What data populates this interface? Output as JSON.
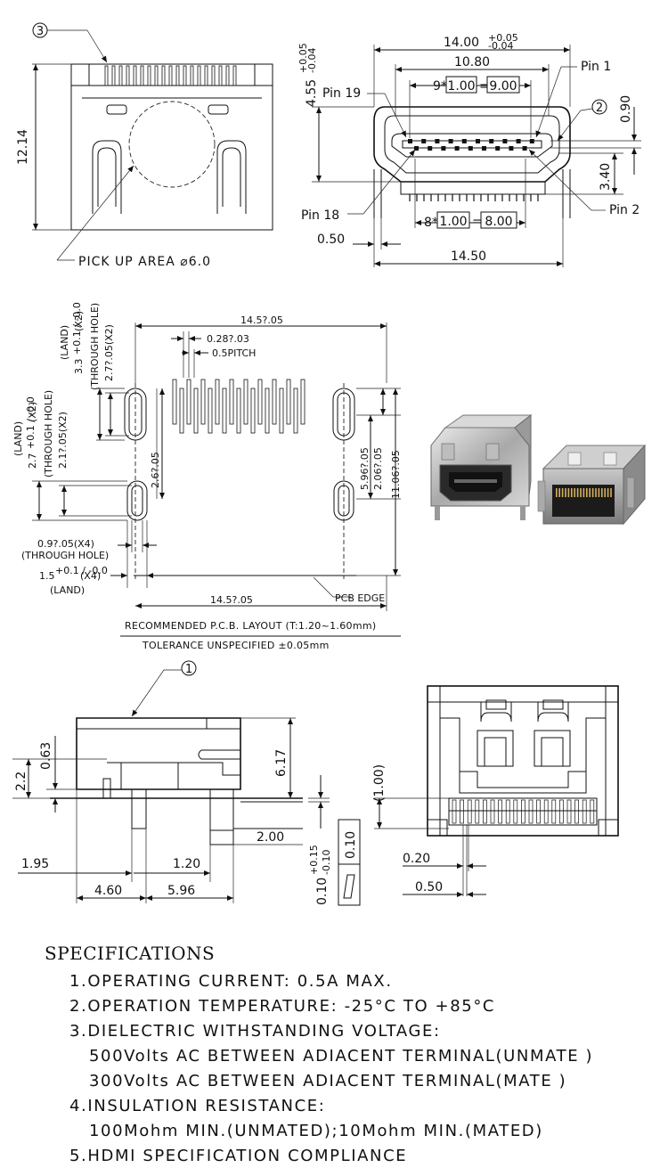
{
  "top_left": {
    "callout": "3",
    "height": "12.14",
    "pickup": "PICK UP AREA ⌀6.0"
  },
  "top_right": {
    "width_total": "14.00",
    "width_total_tol_hi": "+0.05",
    "width_total_tol_lo": "-0.04",
    "width_inner": "10.80",
    "pitch_top_prefix": "9*",
    "pitch_top_a": "1.00",
    "pitch_top_eq": "=",
    "pitch_top_b": "9.00",
    "pitch_bot_prefix": "8*",
    "pitch_bot_a": "1.00",
    "pitch_bot_eq": "=",
    "pitch_bot_b": "8.00",
    "pin1": "Pin 1",
    "pin2": "Pin 2",
    "pin18": "Pin 18",
    "pin19": "Pin 19",
    "callout": "2",
    "height": "4.55",
    "height_tol_hi": "+0.05",
    "height_tol_lo": "-0.04",
    "dim_090": "0.90",
    "dim_340": "3.40",
    "dim_050": "0.50",
    "dim_1450": "14.50"
  },
  "pcb": {
    "top_width": "14.5?.05",
    "pin_width": "0.28?.03",
    "pitch": "0.5PITCH",
    "land_top_a": "3.3",
    "land_top_a_tol": "+0.1 / -0.0",
    "land_top_b": "(X2)",
    "land_top_c": "(LAND)",
    "hole_top_a": "2.7?.05(X2)",
    "hole_top_b": "(THROUGH HOLE)",
    "land_left_a": "2.7",
    "land_left_a_tol": "+0.1 / -0.0",
    "land_left_b": "(X2)",
    "land_left_c": "(LAND)",
    "hole_left_a": "2.1?.05(X2)",
    "hole_left_b": "(THROUGH HOLE)",
    "dim_26": "2.6?.05",
    "dim_596": "5.96?.05",
    "dim_206": "2.06?.05",
    "dim_1106": "11.06?.05",
    "hole_x4_a": "0.9?.05(X4)",
    "hole_x4_b": "(THROUGH HOLE)",
    "land_x4_a": "1.5",
    "land_x4_tol": "+0.1 / -0.0",
    "land_x4_b": "(X4)",
    "land_x4_c": "(LAND)",
    "bottom_width": "14.5?.05",
    "pcb_edge": "PCB EDGE",
    "caption": "RECOMMENDED   P.C.B.  LAYOUT  (T:1.20~1.60mm)",
    "tolerance": "TOLERANCE  UNSPECIFIED  ±0.05mm"
  },
  "side_view": {
    "callout": "1",
    "dim_22": "2.2",
    "dim_063": "0.63",
    "dim_617": "6.17",
    "dim_200": "2.00",
    "dim_195": "1.95",
    "dim_120": "1.20",
    "dim_460": "4.60",
    "dim_596": "5.96",
    "tol_main": "0.10",
    "tol_hi": "+0.15",
    "tol_lo": "-0.10",
    "flatness": "0.10"
  },
  "front_view": {
    "dim_100": "(1.00)",
    "dim_020": "0.20",
    "dim_050": "0.50"
  },
  "specs": {
    "title": "SPECIFICATIONS",
    "lines": [
      "1.OPERATING CURRENT: 0.5A MAX.",
      "2.OPERATION TEMPERATURE: -25°C TO +85°C",
      "3.DIELECTRIC WITHSTANDING VOLTAGE:",
      "500Volts AC BETWEEN ADIACENT TERMINAL(UNMATE )",
      "300Volts AC BETWEEN ADIACENT TERMINAL(MATE )",
      "4.INSULATION RESISTANCE:",
      "100Mohm MIN.(UNMATED);10Mohm MIN.(MATED)",
      "5.HDMI SPECIFICATION COMPLIANCE"
    ]
  }
}
